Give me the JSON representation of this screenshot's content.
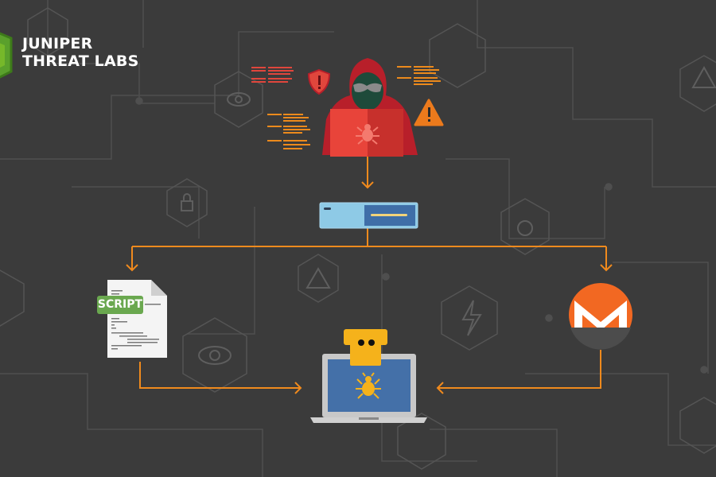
{
  "brand": {
    "line1": "JUNIPER",
    "line2": "THREAT LABS"
  },
  "script_badge": "SCRIPT",
  "colors": {
    "background": "#3b3b3b",
    "arrow": "#f08a1d",
    "hood": "#c9272e",
    "laptop_red": "#e8443a",
    "server": "#8ecae6",
    "server_panel": "#3f6ea8",
    "monero": "#f26822",
    "robot": "#f5b21b",
    "victim_screen": "#4470a8",
    "script_green": "#6aa84f"
  },
  "icons": [
    "hexagon-logo-icon",
    "hacker-icon",
    "shield-alert-icon",
    "warning-icon",
    "bug-icon",
    "server-icon",
    "script-document-icon",
    "monero-icon",
    "robot-icon",
    "laptop-icon"
  ]
}
